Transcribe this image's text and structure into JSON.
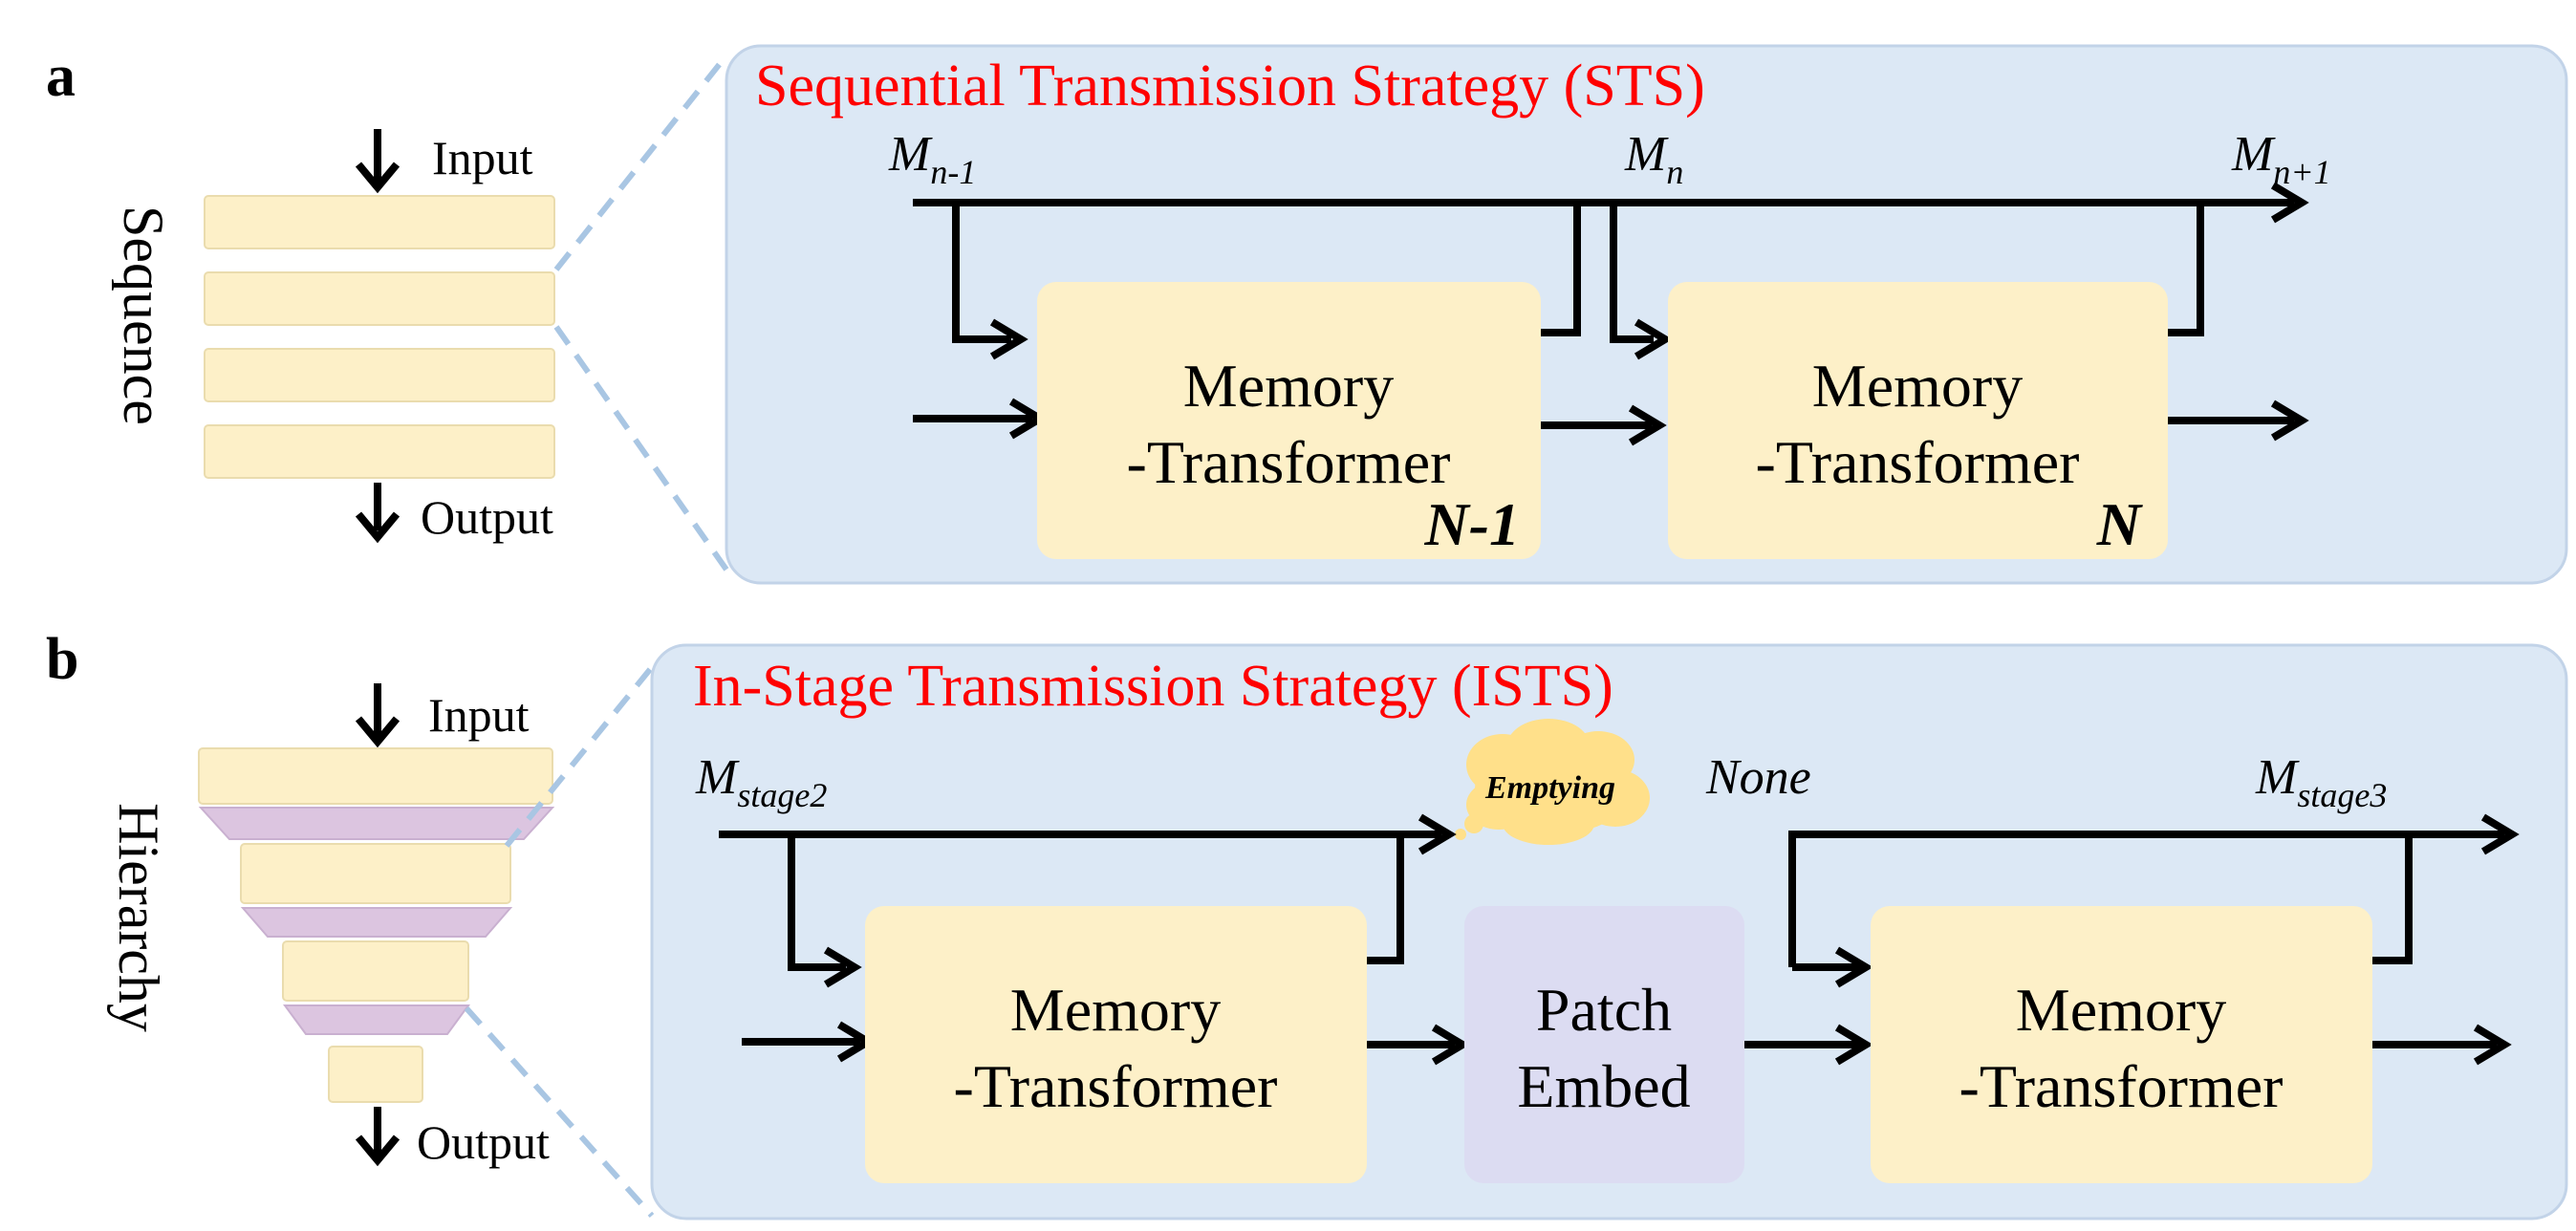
{
  "panels": {
    "a": {
      "letter": "a",
      "side_label": "Sequence",
      "input_label": "Input",
      "output_label": "Output",
      "title": "Sequential Transmission Strategy (STS)",
      "memory_labels": {
        "left": {
          "base": "M",
          "sub": "n-1"
        },
        "mid": {
          "base": "M",
          "sub": "n"
        },
        "right": {
          "base": "M",
          "sub": "n+1"
        }
      },
      "blocks": [
        {
          "line1": "Memory",
          "line2": "-Transformer",
          "index": "N-1"
        },
        {
          "line1": "Memory",
          "line2": "-Transformer",
          "index": "N"
        }
      ]
    },
    "b": {
      "letter": "b",
      "side_label": "Hierarchy",
      "input_label": "Input",
      "output_label": "Output",
      "title": "In-Stage Transmission Strategy (ISTS)",
      "memory_labels": {
        "left": {
          "base": "M",
          "sub": "stage2"
        },
        "right": {
          "base": "M",
          "sub": "stage3"
        }
      },
      "cloud_label": "Emptying",
      "none_label": "None",
      "blocks": [
        {
          "line1": "Memory",
          "line2": "-Transformer"
        },
        {
          "line1": "Patch",
          "line2": "Embed"
        },
        {
          "line1": "Memory",
          "line2": "-Transformer"
        }
      ]
    }
  },
  "colors": {
    "title": "#ff0000",
    "panel_background": "#dce8f5",
    "memory_block": "#fdf0c8",
    "patch_embed_block": "#dcdcf2",
    "hierarchy_connector": "#dcc5e0",
    "cloud": "#ffe08a"
  }
}
